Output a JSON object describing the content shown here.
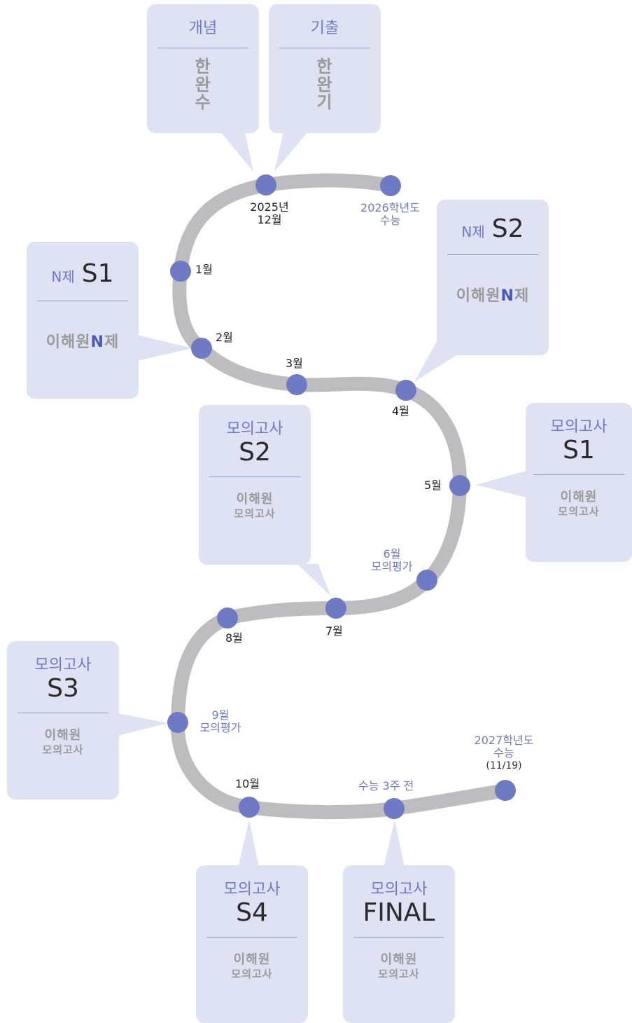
{
  "colors": {
    "road": "#bdbdbf",
    "dot": "#6f7ac4",
    "card_bg": "#dfe2f3",
    "card_title": "#6f7ac4",
    "card_rule": "#8f97cc",
    "logo_gray": "#9a9a9a",
    "logo_accent": "#4c59b8"
  },
  "milestones": {
    "dec2025": [
      "2025년",
      "12월"
    ],
    "suneung2026": [
      "2026학년도",
      "수능"
    ],
    "jan": "1월",
    "feb": "2월",
    "mar": "3월",
    "apr": "4월",
    "may": "5월",
    "jun": [
      "6월",
      "모의평가"
    ],
    "jul": "7월",
    "aug": "8월",
    "sep": [
      "9월",
      "모의평가"
    ],
    "oct": "10월",
    "three_weeks": "수능 3주 전",
    "suneung2027": [
      "2027학년도",
      "수능"
    ],
    "suneung2027_date": "(11/19)"
  },
  "cards": {
    "concept": {
      "title": "개념",
      "logo": [
        "한",
        "완",
        "수"
      ]
    },
    "past": {
      "title": "기출",
      "logo": [
        "한",
        "완",
        "기"
      ]
    },
    "nje_s1": {
      "prefix": "N제",
      "name": "S1",
      "logo": "이해원",
      "logo_accent": "N",
      "logo_tail": "제"
    },
    "nje_s2": {
      "prefix": "N제",
      "name": "S2",
      "logo": "이해원",
      "logo_accent": "N",
      "logo_tail": "제"
    },
    "mock_s1": {
      "title": "모의고사",
      "name": "S1",
      "logo": [
        "이해원",
        "모의고사"
      ]
    },
    "mock_s2": {
      "title": "모의고사",
      "name": "S2",
      "logo": [
        "이해원",
        "모의고사"
      ]
    },
    "mock_s3": {
      "title": "모의고사",
      "name": "S3",
      "logo": [
        "이해원",
        "모의고사"
      ]
    },
    "mock_s4": {
      "title": "모의고사",
      "name": "S4",
      "logo": [
        "이해원",
        "모의고사"
      ]
    },
    "mock_final": {
      "title": "모의고사",
      "name": "FINAL",
      "logo": [
        "이해원",
        "모의고사"
      ]
    }
  }
}
